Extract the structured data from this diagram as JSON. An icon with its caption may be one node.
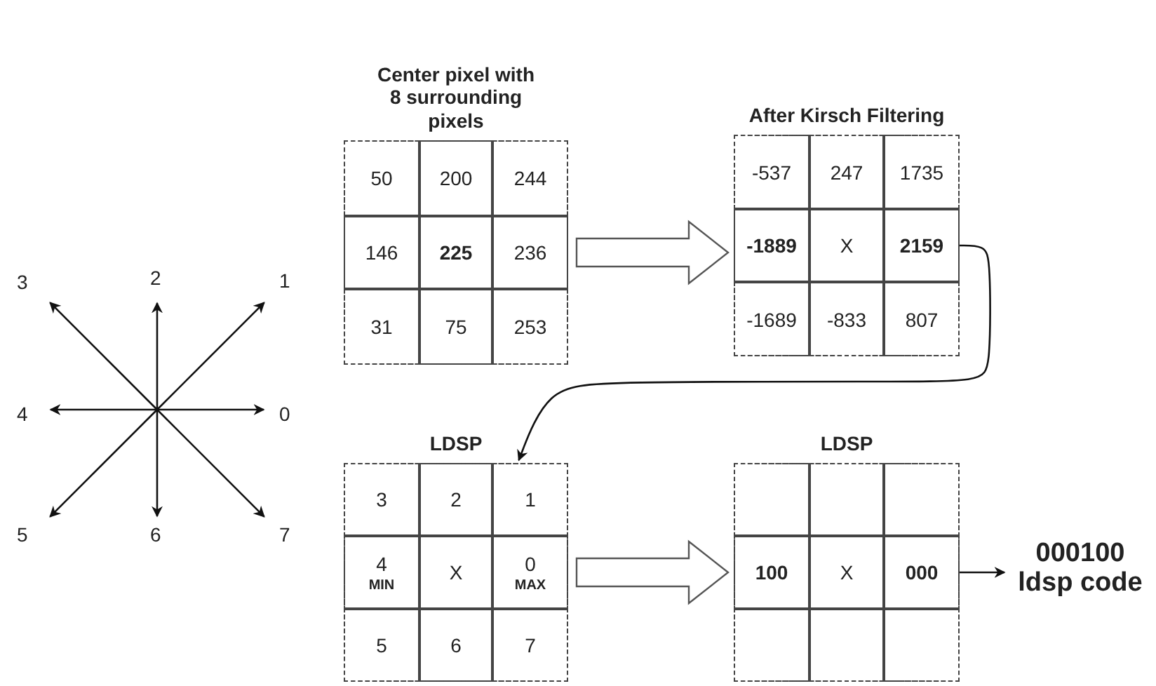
{
  "diagram": {
    "nodes": [
      {
        "text": [
          "Center pixel with 8 surrounding pixels"
        ]
      },
      {
        "text": [
          "50"
        ],
        "in": 0
      },
      {
        "text": [
          "200"
        ],
        "in": 0
      },
      {
        "text": [
          "244"
        ],
        "in": 0
      },
      {
        "text": [
          "146"
        ],
        "in": 0
      },
      {
        "text": [
          "225"
        ],
        "in": 0
      },
      {
        "text": [
          "236"
        ],
        "in": 0
      },
      {
        "text": [
          "31"
        ],
        "in": 0
      },
      {
        "text": [
          "75"
        ],
        "in": 0
      },
      {
        "text": [
          "253"
        ],
        "in": 0
      },
      {
        "text": [
          "After Kirsch Filtering"
        ]
      },
      {
        "text": [
          "-537"
        ],
        "in": 10
      },
      {
        "text": [
          "247"
        ],
        "in": 10
      },
      {
        "text": [
          "1735"
        ],
        "in": 10
      },
      {
        "text": [
          "-1889"
        ],
        "in": 10
      },
      {
        "text": [
          "X"
        ],
        "in": 10
      },
      {
        "text": [
          "2159"
        ],
        "in": 10
      },
      {
        "text": [
          "-1689"
        ],
        "in": 10
      },
      {
        "text": [
          "-833"
        ],
        "in": 10
      },
      {
        "text": [
          "807"
        ],
        "in": 10
      },
      {
        "text": [
          "LDSP"
        ]
      },
      {
        "text": [
          "3"
        ],
        "in": 20
      },
      {
        "text": [
          "2"
        ],
        "in": 20
      },
      {
        "text": [
          "1"
        ],
        "in": 20
      },
      {
        "text": [
          "4",
          "MIN"
        ],
        "in": 20
      },
      {
        "text": [
          "X"
        ],
        "in": 20
      },
      {
        "text": [
          "0",
          "MAX"
        ],
        "in": 20
      },
      {
        "text": [
          "5"
        ],
        "in": 20
      },
      {
        "text": [
          "6"
        ],
        "in": 20
      },
      {
        "text": [
          "7"
        ],
        "in": 20
      },
      {
        "text": [
          "LDSP"
        ]
      },
      {
        "text": [],
        "shape": "box",
        "in": 30
      },
      {
        "text": [],
        "shape": "box",
        "in": 30
      },
      {
        "text": [],
        "shape": "box",
        "in": 30
      },
      {
        "text": [
          "100"
        ],
        "in": 30
      },
      {
        "text": [
          "X"
        ],
        "in": 30
      },
      {
        "text": [
          "000"
        ],
        "in": 30
      },
      {
        "text": [],
        "shape": "box",
        "in": 30
      },
      {
        "text": [],
        "shape": "box",
        "in": 30
      },
      {
        "text": [],
        "shape": "box",
        "in": 30
      },
      {
        "text": [
          "000100",
          "ldsp code"
        ]
      }
    ],
    "edges": [
      {
        "from": 0,
        "to": 10,
        "arrow": "to",
        "style": "thick"
      },
      {
        "from": 10,
        "to": 20,
        "arrow": "to"
      },
      {
        "from": 20,
        "to": 30,
        "arrow": "to",
        "style": "thick"
      },
      {
        "from": 30,
        "to": 40,
        "arrow": "to"
      }
    ],
    "labels": [
      "3",
      "2",
      "1",
      "4",
      "0",
      "5",
      "6",
      "7"
    ]
  }
}
